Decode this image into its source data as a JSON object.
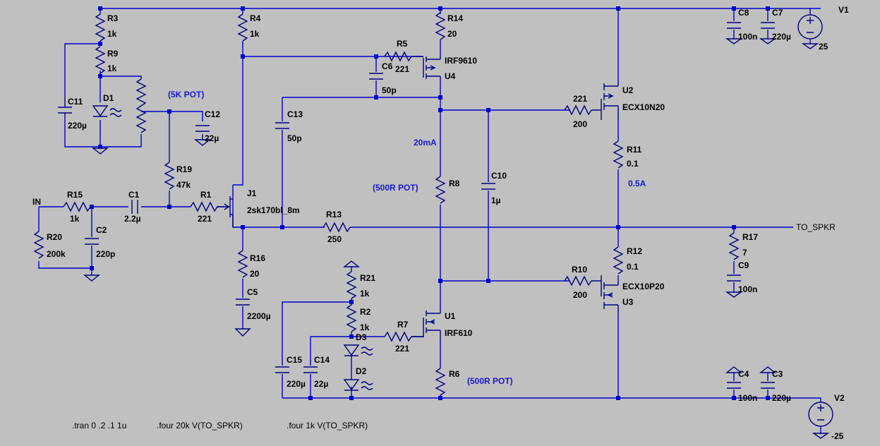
{
  "labels": {
    "R3": "R3",
    "R3v": "1k",
    "R9": "R9",
    "R9v": "1k",
    "R4": "R4",
    "R4v": "1k",
    "R14": "R14",
    "R14v": "20",
    "R5": "R5",
    "R5v": "221",
    "U4t": "IRF9610",
    "U4": "U4",
    "C6": "C6",
    "C6v": "50p",
    "C8": "C8",
    "C8v": "100n",
    "C7": "C7",
    "C7v": "220µ",
    "V1": "V1",
    "V1v": "25",
    "C11": "C11",
    "C11v": "220µ",
    "D1": "D1",
    "pot1": "(5K POT)",
    "C12": "C12",
    "C12v": "22µ",
    "C13": "C13",
    "C13v": "50p",
    "U2": "U2",
    "U2t": "ECX10N20",
    "Rg2": "221",
    "Rg2v": "200",
    "i20": "20mA",
    "R11": "R11",
    "R11v": "0.1",
    "R19": "R19",
    "R19v": "47k",
    "C10": "C10",
    "C10v": "1µ",
    "pot2": "(500R POT)",
    "R8": "R8",
    "i05": "0.5A",
    "IN": "IN",
    "R15": "R15",
    "R15v": "1k",
    "C1": "C1",
    "C1v": "2.2µ",
    "R1": "R1",
    "R1v": "221",
    "J1": "J1",
    "J1t": "2sk170bl_8m",
    "R13": "R13",
    "R13v": "250",
    "TO": "TO_SPKR",
    "R17": "R17",
    "R17v": "7",
    "C9": "C9",
    "C9v": "100n",
    "R20": "R20",
    "R20v": "200k",
    "C2": "C2",
    "C2v": "220p",
    "R16": "R16",
    "R16v": "20",
    "R12": "R12",
    "R12v": "0.1",
    "R10": "R10",
    "R10v": "200",
    "U3t": "ECX10P20",
    "U3": "U3",
    "R21": "R21",
    "R21v": "1k",
    "C5": "C5",
    "C5v": "2200µ",
    "R2": "R2",
    "R2v": "1k",
    "D3": "D3",
    "R7": "R7",
    "R7v": "221",
    "U1": "U1",
    "U1t": "IRF610",
    "D2": "D2",
    "C15": "C15",
    "C15v": "220µ",
    "C14": "C14",
    "C14v": "22µ",
    "R6": "R6",
    "pot3": "(500R POT)",
    "C4": "C4",
    "C4v": "100n",
    "C3": "C3",
    "C3v": "220µ",
    "V2": "V2",
    "V2v": "-25"
  },
  "directives": {
    "tran": ".tran 0 .2 .1 1u",
    "four20k": ".four 20k V(TO_SPKR)",
    "four1k": ".four 1k V(TO_SPKR)"
  },
  "colors": {
    "background": "#c0c0c0",
    "wire": "#0000cc",
    "symbol": "#000080",
    "annotation": "#1a1acc"
  }
}
